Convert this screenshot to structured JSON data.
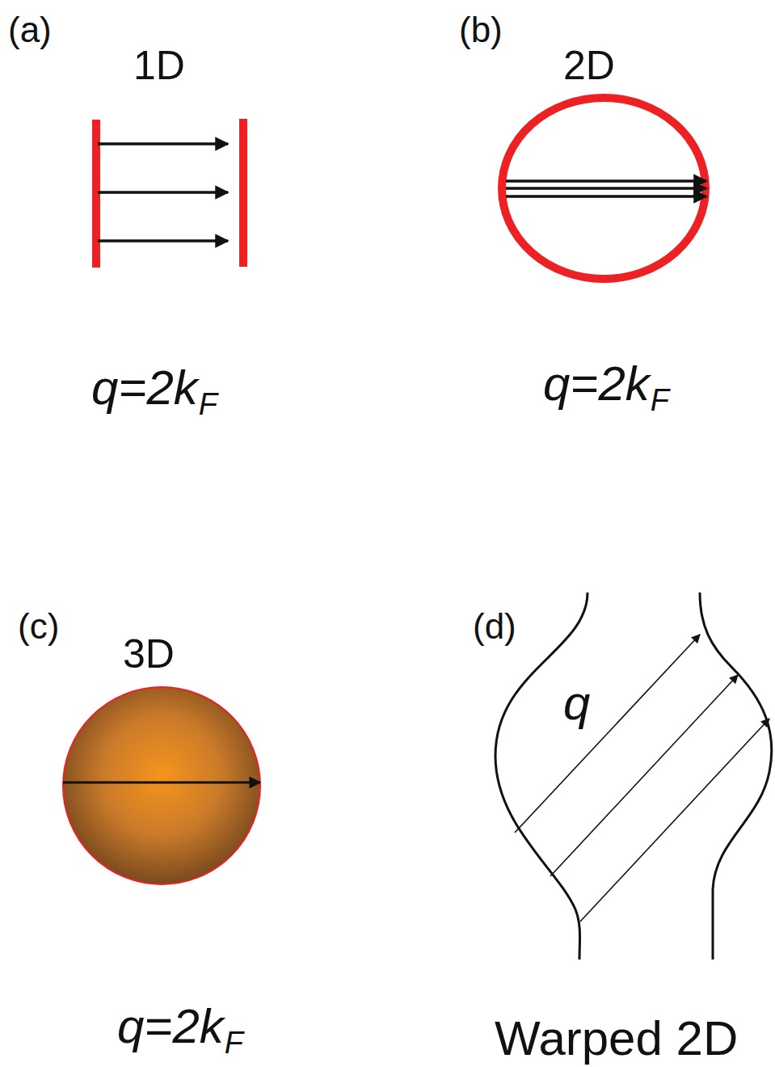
{
  "diagram": {
    "labels": [
      "(a)",
      "1D",
      "q=2k",
      "F",
      "(b)",
      "2D",
      "q=2k",
      "F",
      "(c)",
      "3D",
      "q=2k",
      "F",
      "(d)",
      "q",
      "Warped 2D"
    ]
  }
}
